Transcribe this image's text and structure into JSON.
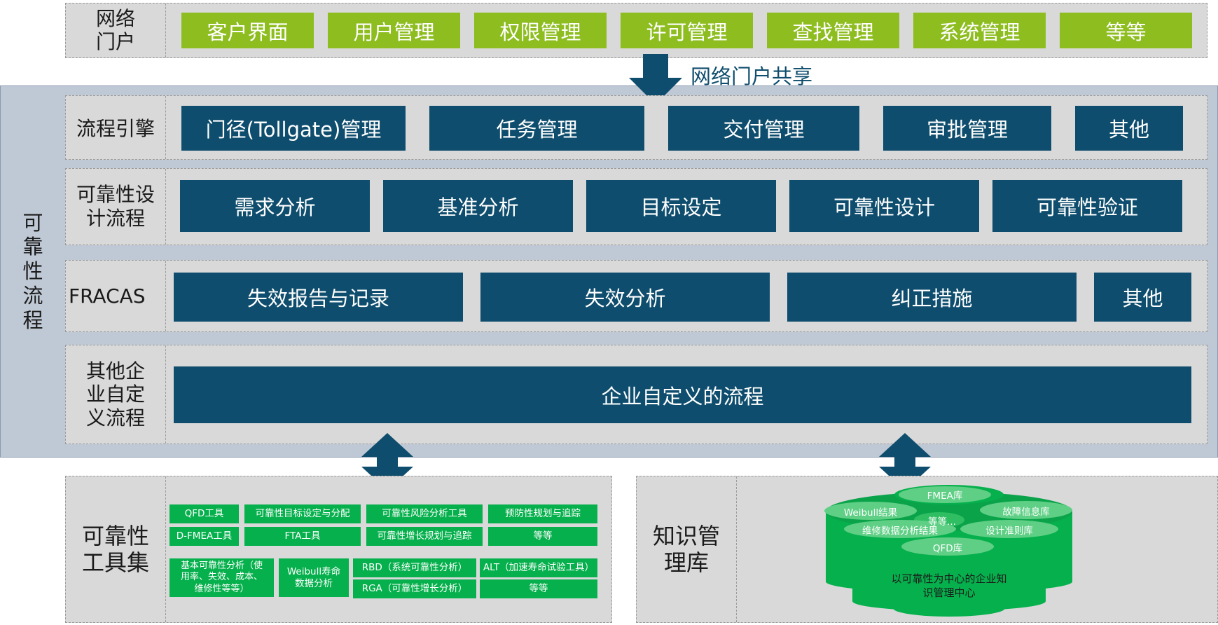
{
  "portal": {
    "label": "网络门户",
    "items": [
      "客户界面",
      "用户管理",
      "权限管理",
      "许可管理",
      "查找管理",
      "系统管理",
      "等等"
    ]
  },
  "portal_share_label": "网络门户共享",
  "reliability_process": {
    "side_label": "可靠性流程",
    "flow_engine": {
      "label": "流程引擎",
      "items": [
        "门径(Tollgate)管理",
        "任务管理",
        "交付管理",
        "审批管理",
        "其他"
      ]
    },
    "design_flow": {
      "label": "可靠性设计流程",
      "items": [
        "需求分析",
        "基准分析",
        "目标设定",
        "可靠性设计",
        "可靠性验证"
      ]
    },
    "fracas": {
      "label": "FRACAS",
      "items": [
        "失效报告与记录",
        "失效分析",
        "纠正措施",
        "其他"
      ]
    },
    "custom": {
      "label": "其他企业自定义流程",
      "item": "企业自定义的流程"
    }
  },
  "toolset": {
    "label": "可靠性工具集",
    "row1": [
      "QFD工具",
      "可靠性目标设定与分配",
      "可靠性风险分析工具",
      "预防性规划与追踪"
    ],
    "row2": [
      "D-FMEA工具",
      "FTA工具",
      "可靠性增长规划与追踪",
      "等等"
    ],
    "basic": "基本可靠性分析（使用率、失效、成本、维修性等等）",
    "weibull": "Weibull寿命数据分析",
    "rbd": "RBD（系统可靠性分析）",
    "alt": "ALT（加速寿命试验工具）",
    "rga": "RGA（可靠性增长分析）",
    "etc": "等等"
  },
  "knowledge": {
    "label": "知识管理库",
    "ellipses": [
      "FMEA库",
      "Weibull结果",
      "故障信息库",
      "等等...",
      "维修数据分析结果",
      "设计准则库",
      "QFD库"
    ],
    "center": "以可靠性为中心的企业知识管理中心"
  },
  "colors": {
    "green_button": "#8dbd1f",
    "blue_button": "#0e4d6d",
    "tool_green": "#06b04c",
    "panel_gray": "#d9d9d9",
    "process_bg": "#bfc9d5",
    "arrow": "#0e4d6d"
  }
}
